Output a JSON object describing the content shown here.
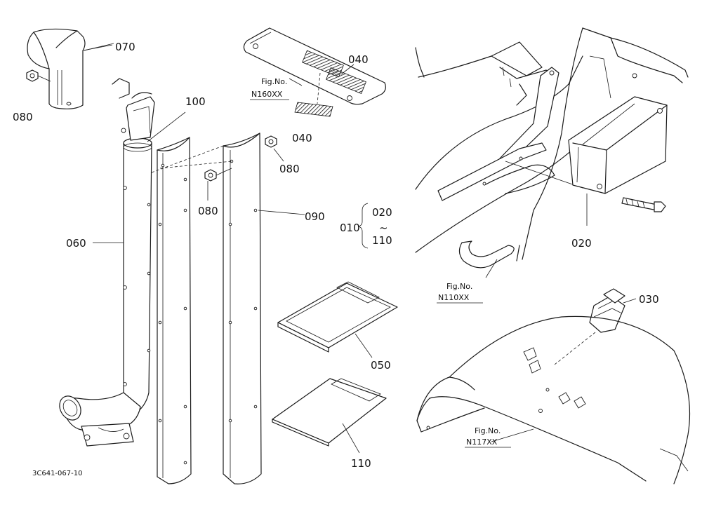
{
  "drawing_code": "3C641-067-10",
  "parts": {
    "p010": "010",
    "p020_range_start": "020",
    "range_sep": "~",
    "p110_range_end": "110",
    "p020": "020",
    "p030": "030",
    "p040_top": "040",
    "p040_bottom": "040",
    "p050": "050",
    "p060": "060",
    "p070": "070",
    "p080_a": "080",
    "p080_b": "080",
    "p080_c": "080",
    "p090": "090",
    "p100": "100",
    "p110": "110"
  },
  "figure_refs": {
    "n160": {
      "label": "Fig.No.",
      "number": "N160XX"
    },
    "n110": {
      "label": "Fig.No.",
      "number": "N110XX"
    },
    "n117": {
      "label": "Fig.No.",
      "number": "N117XX"
    }
  }
}
